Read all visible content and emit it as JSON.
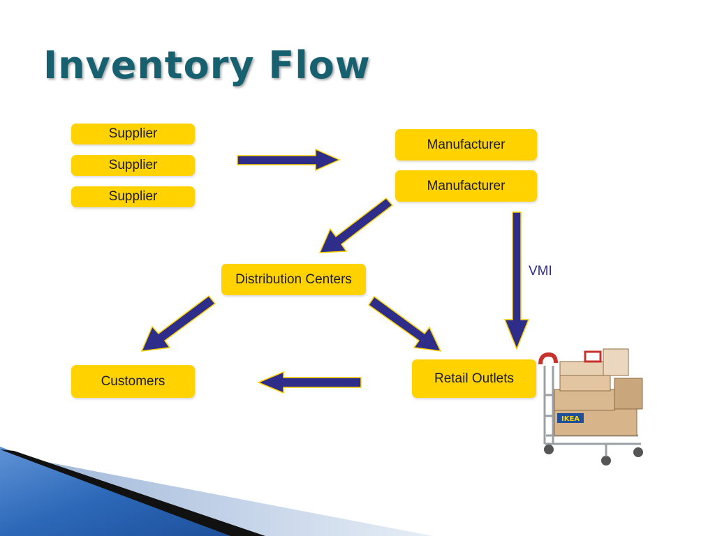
{
  "slide": {
    "title": "Inventory Flow"
  },
  "diagram": {
    "nodes": {
      "supplier_1": "Supplier",
      "supplier_2": "Supplier",
      "supplier_3": "Supplier",
      "manufacturer_1": "Manufacturer",
      "manufacturer_2": "Manufacturer",
      "distribution_centers": "Distribution Centers",
      "customers": "Customers",
      "retail_outlets": "Retail Outlets"
    },
    "edges": [
      {
        "from": "Supplier",
        "to": "Manufacturer"
      },
      {
        "from": "Manufacturer",
        "to": "Distribution Centers"
      },
      {
        "from": "Manufacturer",
        "to": "Retail Outlets",
        "label": "VMI"
      },
      {
        "from": "Distribution Centers",
        "to": "Customers"
      },
      {
        "from": "Distribution Centers",
        "to": "Retail Outlets"
      },
      {
        "from": "Retail Outlets",
        "to": "Customers"
      }
    ],
    "vmi_label": "VMI",
    "cart_logo": "IKEA"
  },
  "colors": {
    "title": "#17606f",
    "box_fill": "#ffd200",
    "arrow": "#2e2e8a",
    "arrow_edge": "#ffd200"
  }
}
